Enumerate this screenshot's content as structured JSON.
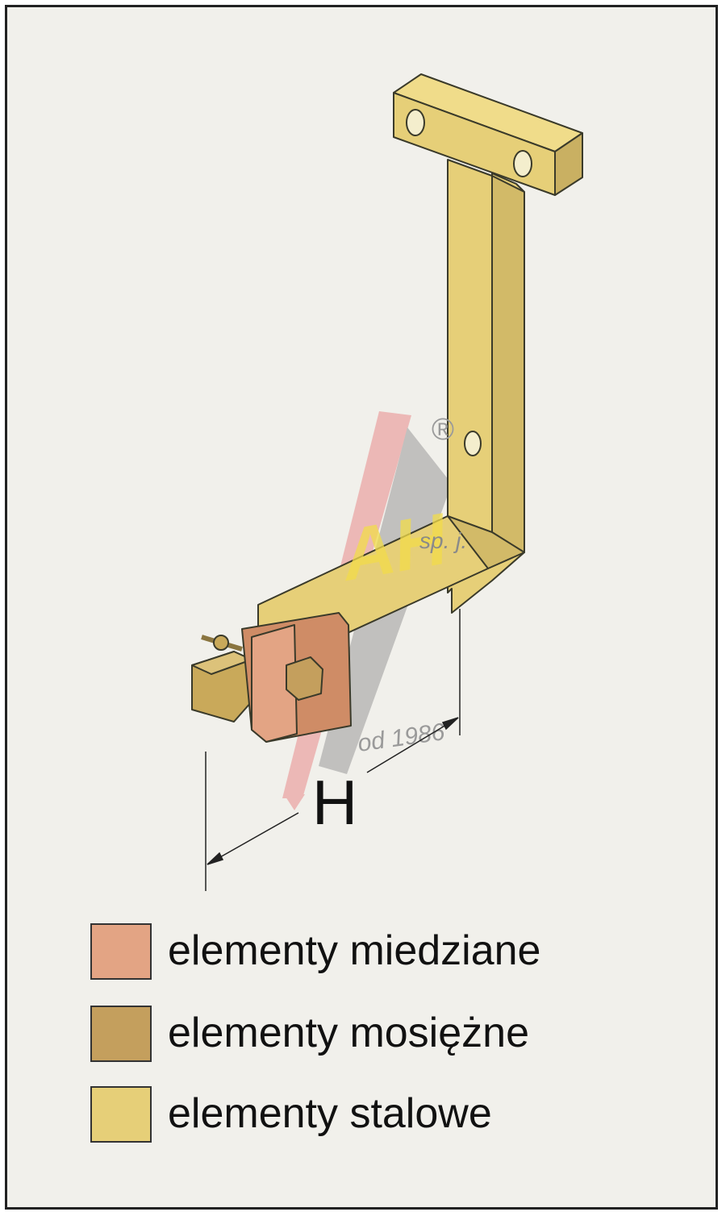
{
  "diagram": {
    "dimension_label": "H",
    "watermark": {
      "logo_letters": "AH",
      "company_suffix": "sp. j.",
      "since": "od 1986",
      "registered_mark": "®"
    }
  },
  "legend": {
    "items": [
      {
        "label": "elementy miedziane",
        "color": "#e3a484"
      },
      {
        "label": "elementy mosiężne",
        "color": "#c49f5d"
      },
      {
        "label": "elementy stalowe",
        "color": "#e6cf78"
      }
    ]
  }
}
